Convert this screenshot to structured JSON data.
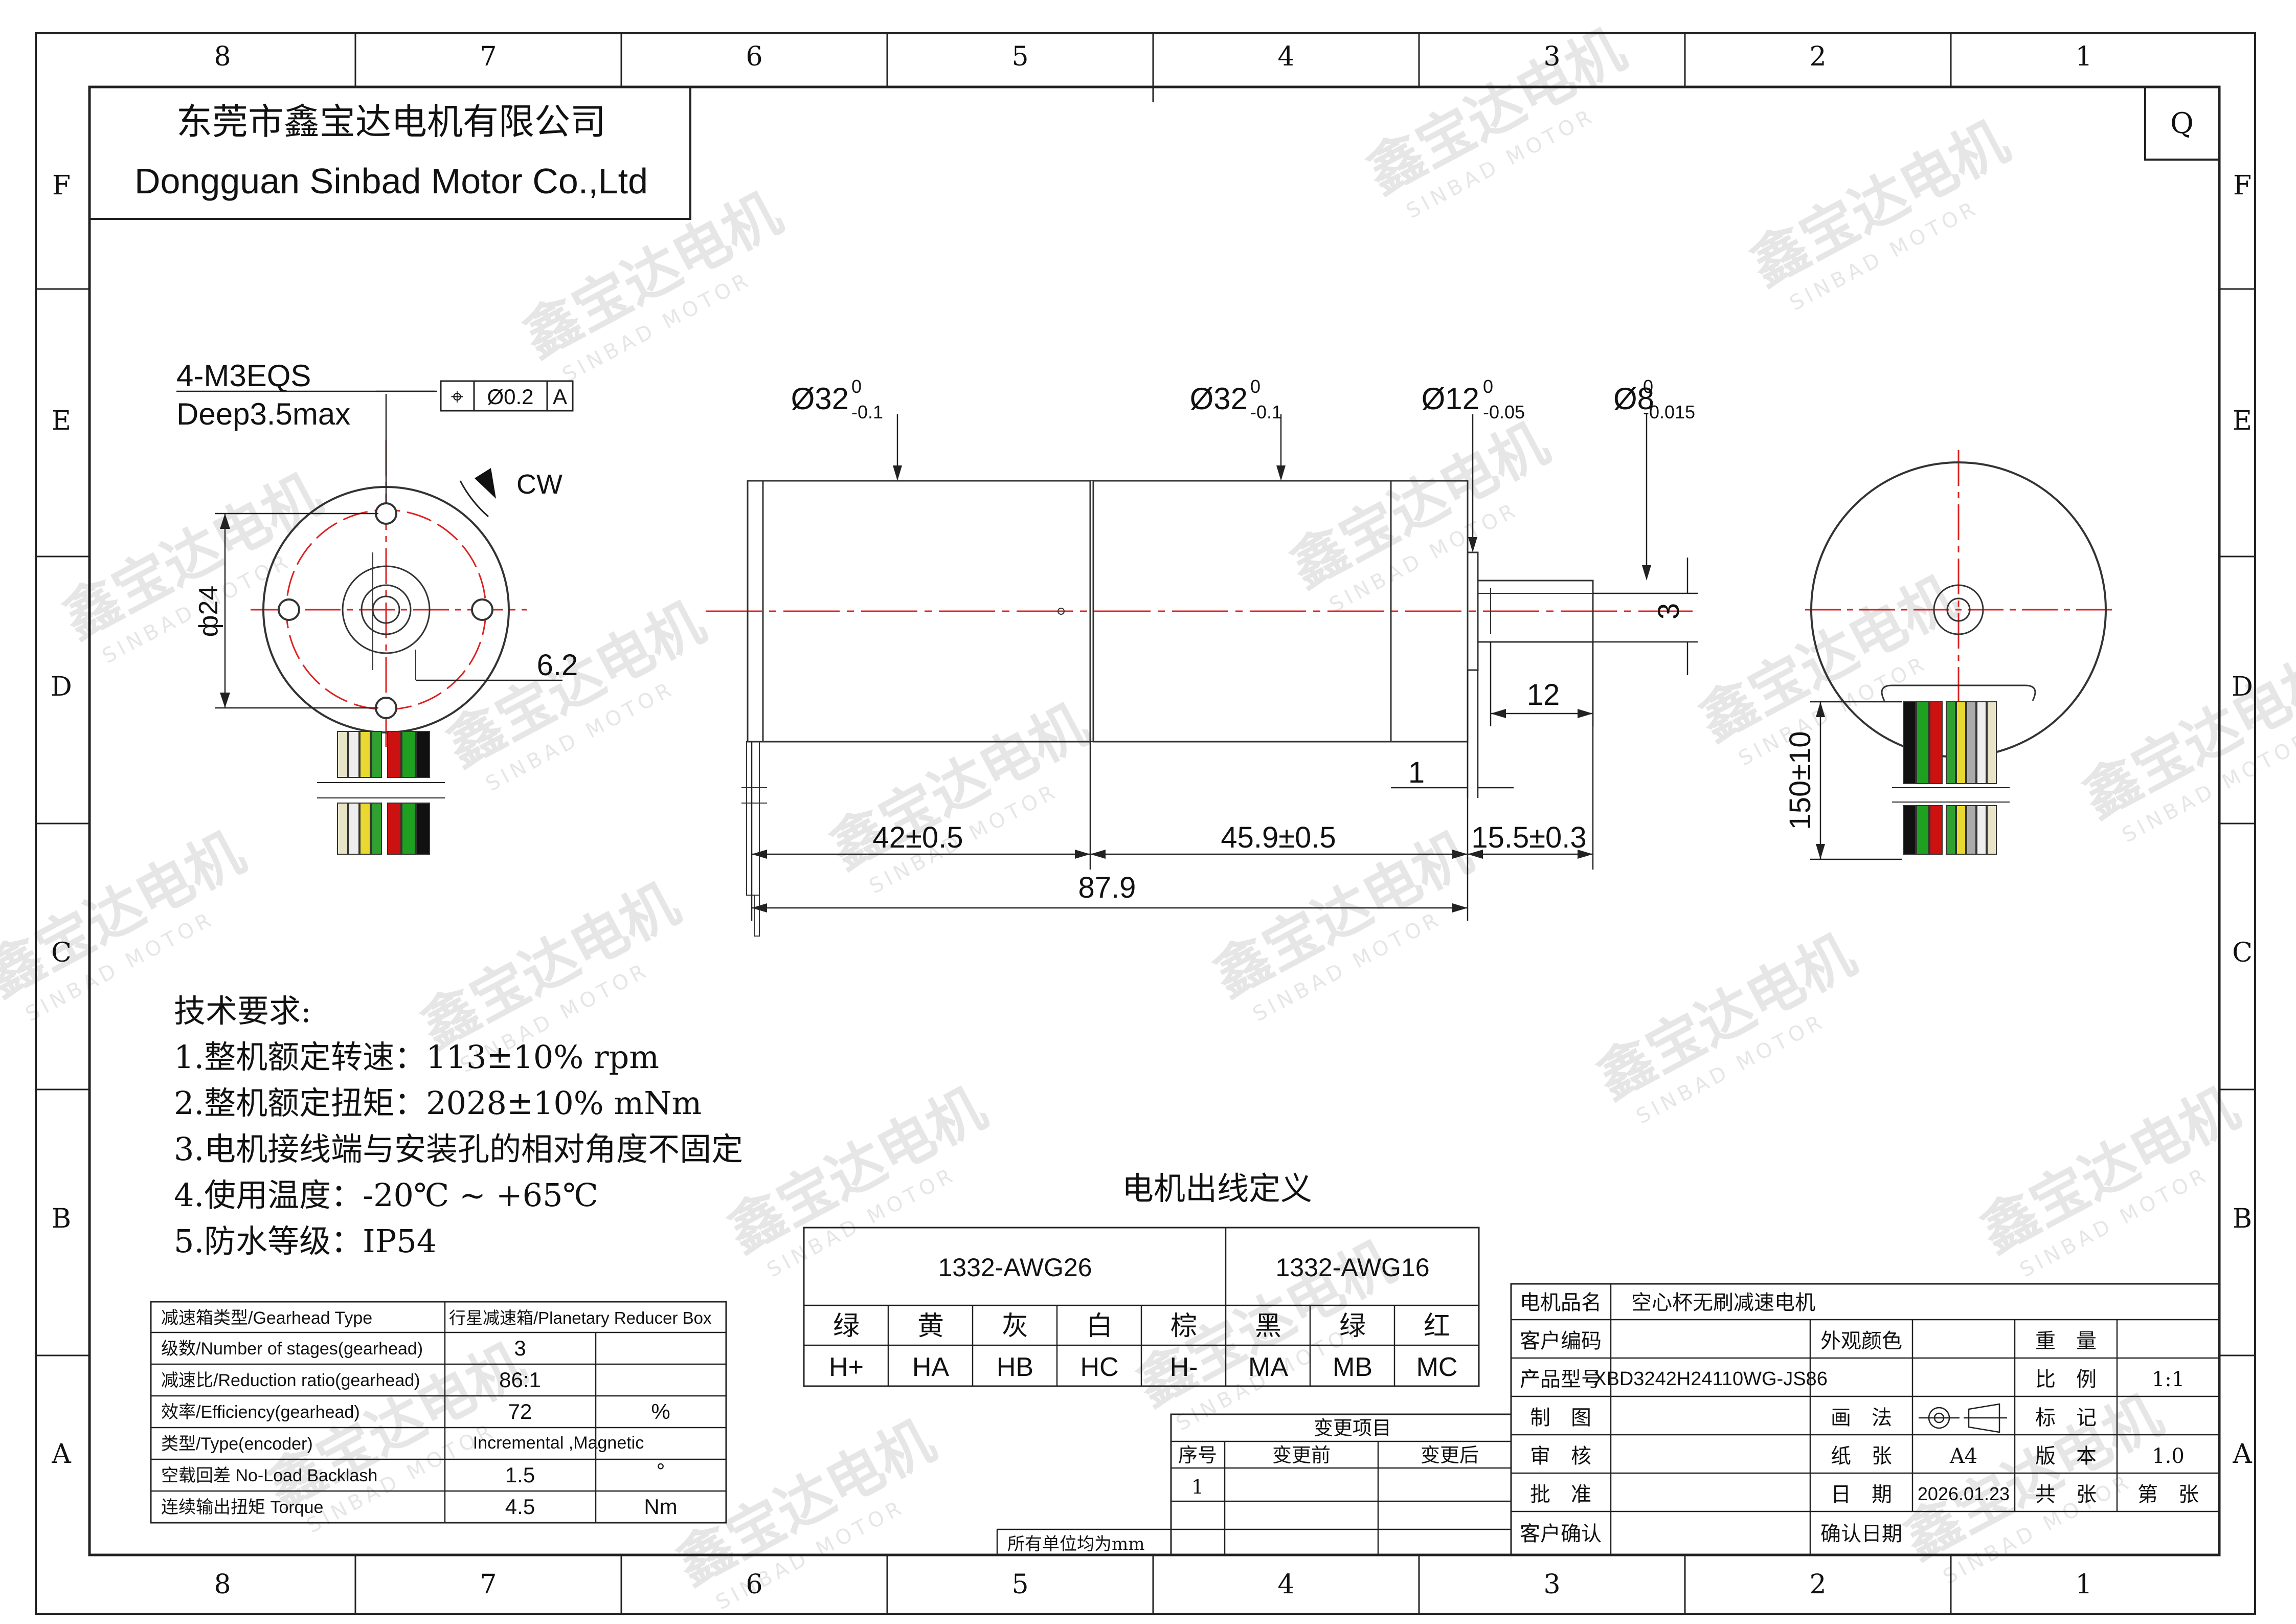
{
  "company": {
    "name_cn": "东莞市鑫宝达电机有限公司",
    "name_en": "Dongguan Sinbad Motor Co.,Ltd"
  },
  "revision_letter": "Q",
  "zone_columns": [
    "8",
    "7",
    "6",
    "5",
    "4",
    "3",
    "2",
    "1"
  ],
  "zone_rows": [
    "F",
    "E",
    "D",
    "C",
    "B",
    "A"
  ],
  "watermark": {
    "cn": "鑫宝达电机",
    "en": "SINBAD MOTOR"
  },
  "front_view": {
    "hole_callout_1": "4-M3EQS",
    "hole_callout_2": "Deep3.5max",
    "tolerance_symbol": "⌖",
    "tolerance_value": "Ø0.2",
    "datum": "A",
    "rotation": "CW",
    "pcd": "ф24",
    "key_dim": "6.2"
  },
  "side_view": {
    "dia_1_main": "Ø32",
    "dia_1_up": "0",
    "dia_1_low": "-0.1",
    "dia_2_main": "Ø32",
    "dia_2_up": "0",
    "dia_2_low": "-0.1",
    "dia_3_main": "Ø12",
    "dia_3_up": "0",
    "dia_3_low": "-0.05",
    "dia_4_main": "Ø8",
    "dia_4_up": "0",
    "dia_4_low": "-0.015",
    "flat_dim": "3",
    "shaft_len": "12",
    "step_dim": "1",
    "len_gearbox": "42±0.5",
    "len_motor": "45.9±0.5",
    "len_shaft": "15.5±0.3",
    "len_total": "87.9"
  },
  "rear_view": {
    "lead_length": "150±10"
  },
  "tech_requirements": {
    "heading": "技术要求:",
    "items": [
      "1.整机额定转速：113±10% rpm",
      "2.整机额定扭矩：2028±10% mNm",
      "3.电机接线端与安装孔的相对角度不固定",
      "4.使用温度：-20℃ ~ +65℃",
      "5.防水等级：IP54"
    ]
  },
  "spec_table": {
    "rows": [
      {
        "label": "减速箱类型/Gearhead Type",
        "value": "行星减速箱/Planetary Reducer Box",
        "unit": ""
      },
      {
        "label": "级数/Number of stages(gearhead)",
        "value": "3",
        "unit": ""
      },
      {
        "label": "减速比/Reduction ratio(gearhead)",
        "value": "86:1",
        "unit": ""
      },
      {
        "label": "效率/Efficiency(gearhead)",
        "value": "72",
        "unit": "%"
      },
      {
        "label": "类型/Type(encoder)",
        "value": "Incremental ,Magnetic",
        "unit": ""
      },
      {
        "label": "空载回差 No-Load Backlash",
        "value": "1.5",
        "unit": "°"
      },
      {
        "label": "连续输出扭矩 Torque",
        "value": "4.5",
        "unit": "Nm"
      }
    ]
  },
  "wire_table": {
    "title": "电机出线定义",
    "group_1": "1332-AWG26",
    "group_2": "1332-AWG16",
    "colors": [
      "绿",
      "黄",
      "灰",
      "白",
      "棕",
      "黑",
      "绿",
      "红"
    ],
    "signals": [
      "H+",
      "HA",
      "HB",
      "HC",
      "H-",
      "MA",
      "MB",
      "MC"
    ]
  },
  "change_block": {
    "title": "变更项目",
    "col_no": "序号",
    "col_before": "变更前",
    "col_after": "变更后",
    "row_1_no": "1",
    "unit_note": "所有单位均为mm"
  },
  "title_block": {
    "product_name_label": "电机品名",
    "product_name": "空心杯无刷减速电机",
    "customer_code_label": "客户编码",
    "color_label": "外观颜色",
    "weight_label": "重　量",
    "model_label": "产品型号",
    "model": "XBD3242H24110WG-JS86",
    "scale_label": "比　例",
    "scale": "1:1",
    "drawn_label": "制　图",
    "projection_label": "画　法",
    "mark_label": "标　记",
    "checked_label": "审　核",
    "paper_label": "纸　张",
    "paper": "A4",
    "version_label": "版　本",
    "version": "1.0",
    "approved_label": "批　准",
    "date_label": "日　期",
    "date": "2026.01.23",
    "sheets_label": "共　张",
    "sheet_label": "第　张",
    "customer_confirm_label": "客户确认",
    "confirm_date_label": "确认日期"
  }
}
